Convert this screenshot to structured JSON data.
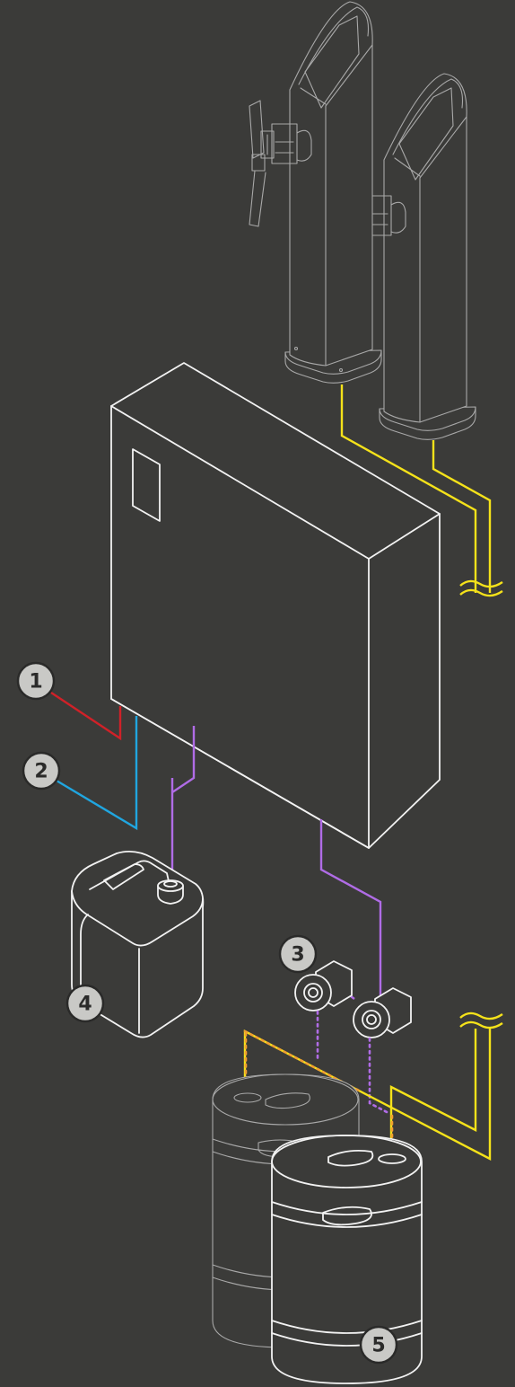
{
  "badges": [
    {
      "id": "1",
      "label": "1"
    },
    {
      "id": "2",
      "label": "2"
    },
    {
      "id": "3",
      "label": "3"
    },
    {
      "id": "4",
      "label": "4"
    },
    {
      "id": "5",
      "label": "5"
    }
  ],
  "colors": {
    "background": "#3b3b39",
    "outline": "#f2f2f2",
    "red_line": "#d02128",
    "blue_line": "#20a6e0",
    "purple_line": "#b06ce6",
    "yellow_line": "#f5e21a",
    "orange_dots": "#f0a030",
    "badge_fill": "#c9c9c6"
  },
  "icons": [
    "tap-tower-icon",
    "tap-tower-icon",
    "cooler-unit-icon",
    "jerrycan-icon",
    "keg-coupler-icon",
    "keg-coupler-icon",
    "keg-icon",
    "keg-icon",
    "break-mark-icon",
    "break-mark-icon"
  ]
}
